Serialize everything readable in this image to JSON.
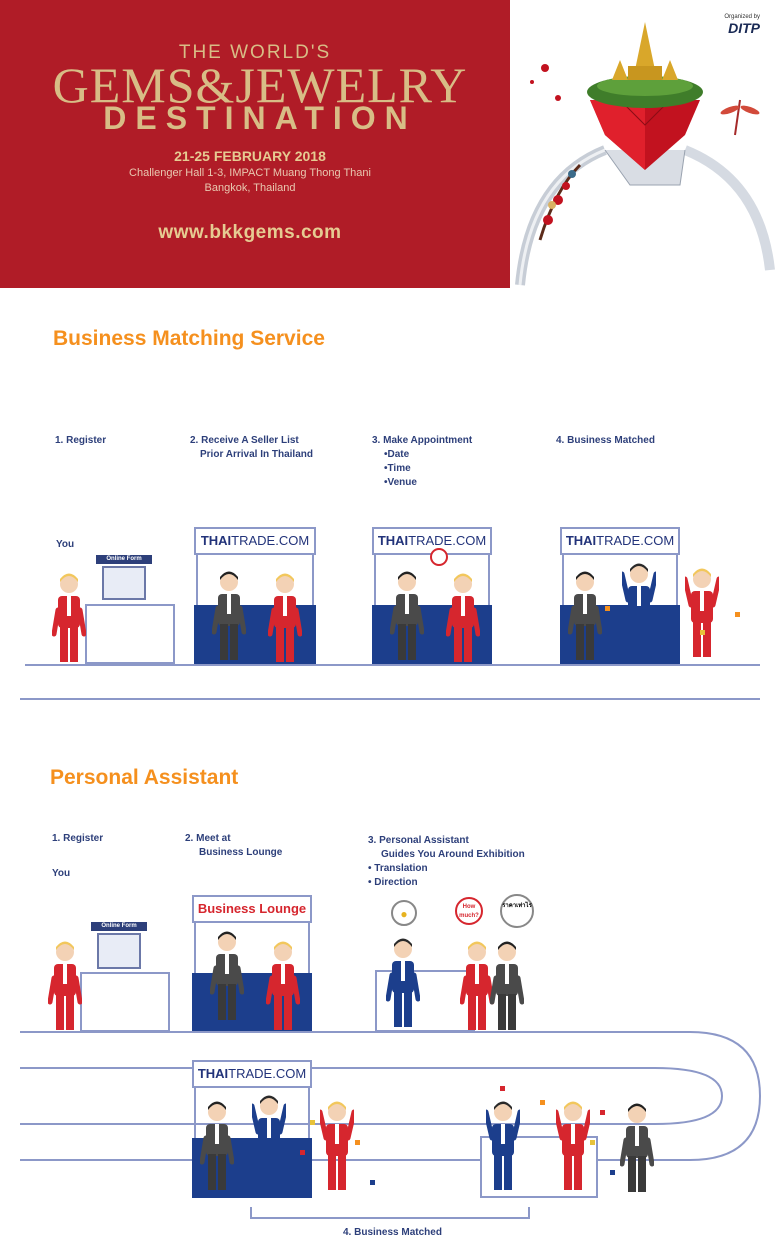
{
  "banner": {
    "title_small": "THE WORLD'S",
    "title_big": "GEMS&JEWELRY",
    "title_dest": "DESTINATION",
    "dates": "21-25 FEBRUARY 2018",
    "venue_line1": "Challenger Hall 1-3, IMPACT Muang Thong Thani",
    "venue_line2": "Bangkok, Thailand",
    "url": "www.bkkgems.com",
    "organizer_label": "Organized by",
    "organizer_logo": "DITP"
  },
  "business_matching": {
    "title": "Business Matching Service",
    "step1": "1. Register",
    "step2_line1": "2. Receive A Seller List",
    "step2_line2": "Prior Arrival In Thailand",
    "step3_line1": "3. Make Appointment",
    "step3_items": [
      "•Date",
      "•Time",
      "•Venue"
    ],
    "step4": "4. Business Matched",
    "you_label": "You",
    "online_form": "Online Form",
    "booth_sign_thai": "THAI",
    "booth_sign_trade": "TRADE.COM"
  },
  "personal_assistant": {
    "title": "Personal Assistant",
    "step1": "1. Register",
    "step2_line1": "2. Meet at",
    "step2_line2": "Business Lounge",
    "step3_line1": "3. Personal Assistant",
    "step3_line2": "Guides You Around Exhibition",
    "step3_items": [
      "•  Translation",
      "•  Direction"
    ],
    "step4": "4. Business Matched",
    "you_label": "You",
    "online_form": "Online Form",
    "lounge_sign": "Business Lounge",
    "booth_sign_thai": "THAI",
    "booth_sign_trade": "TRADE.COM",
    "bubble_1": "How much?",
    "bubble_2": "ราคาเท่าไร"
  },
  "colors": {
    "banner_red": "#b01c27",
    "gold": "#d8bd86",
    "orange_title": "#f5901e",
    "navy": "#2d3f7a",
    "booth_blue": "#1c3e8c",
    "line": "#8c98c8",
    "shirt_red": "#d6262e"
  }
}
